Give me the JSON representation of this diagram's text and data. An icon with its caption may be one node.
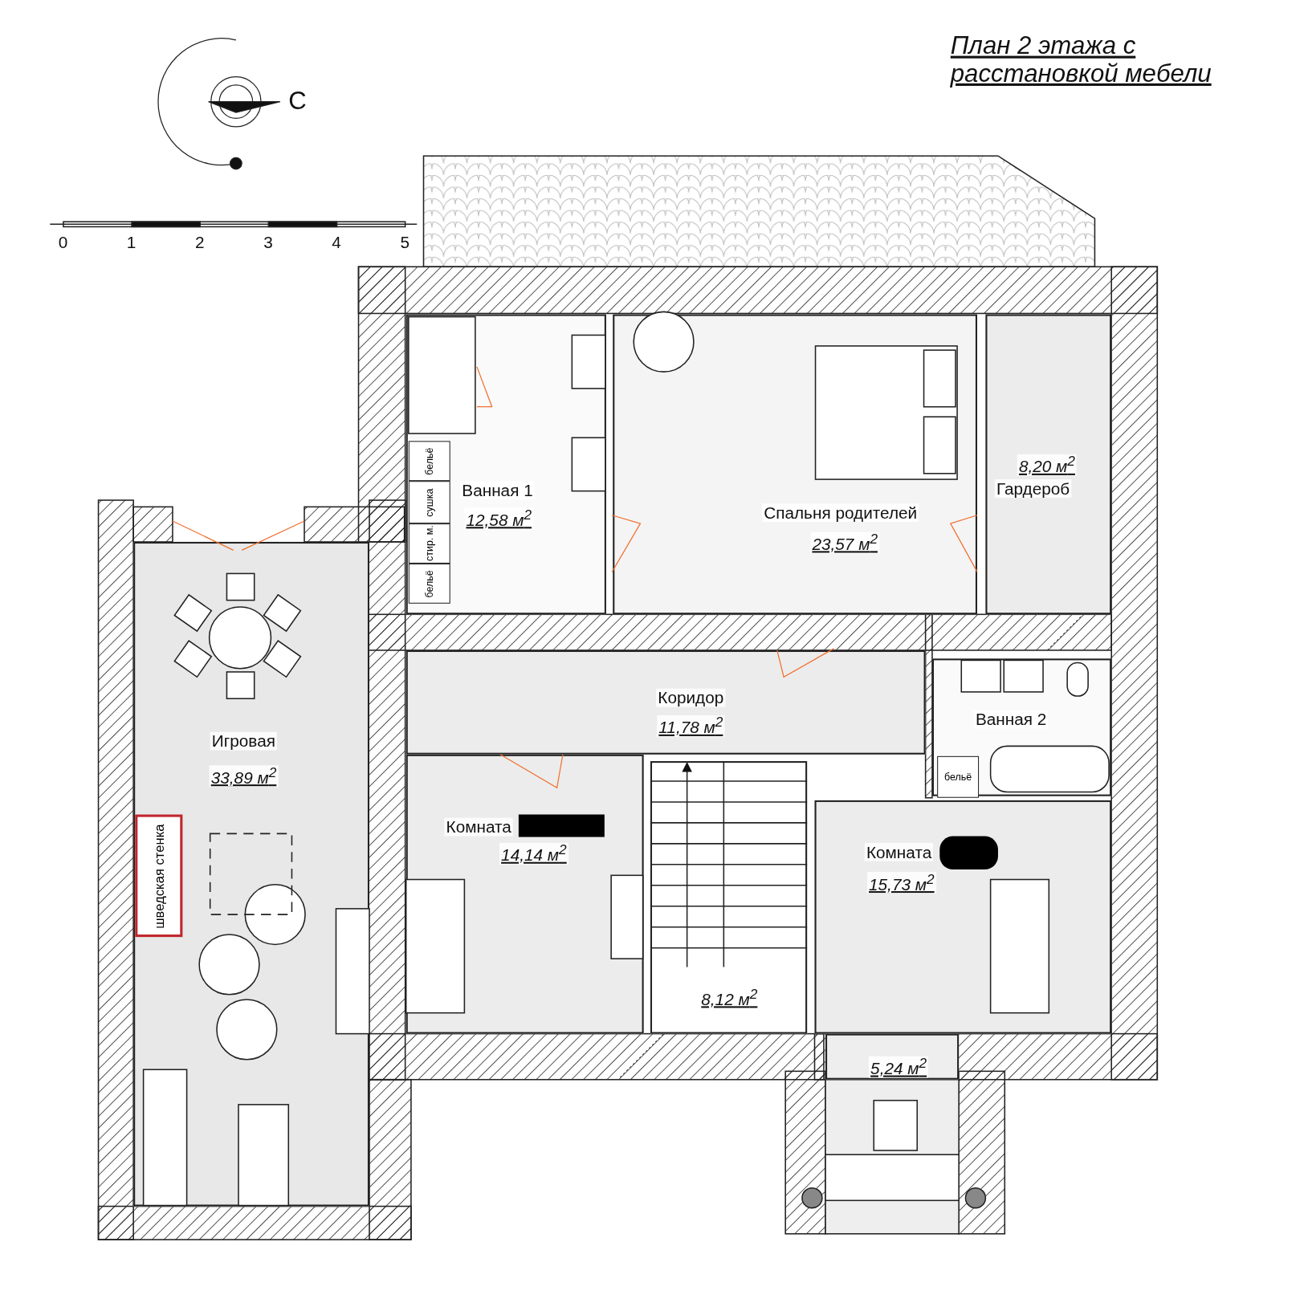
{
  "diagram": {
    "title": "План 2 этажа с расстановкой мебели",
    "nodes": [
      {
        "text": [
          "Ванная 1",
          "12,58 м$^{2}$"
        ]
      },
      {
        "text": [
          "бельё"
        ],
        "in": 0
      },
      {
        "text": [
          "сушка"
        ],
        "in": 0
      },
      {
        "text": [
          "стир. м."
        ],
        "in": 0
      },
      {
        "text": [
          "бельё"
        ],
        "in": 0
      },
      {
        "text": [
          "Спальня родителей",
          "23,57 м$^{2}$"
        ]
      },
      {
        "text": [
          "8,20 м$^{2}$",
          "Гардероб"
        ]
      },
      {
        "text": [
          "Игровая",
          "33,89 м$^{2}$"
        ]
      },
      {
        "text": [
          "шведская стенка"
        ],
        "in": 7
      },
      {
        "text": [
          "Коридор",
          "11,78 м$^{2}$"
        ]
      },
      {
        "text": [
          "Ванная 2"
        ]
      },
      {
        "text": [
          "бельё"
        ],
        "in": 10
      },
      {
        "text": [
          "Комната",
          "14,14 м$^{2}$"
        ]
      },
      {
        "text": [
          "Комната",
          "15,73 м$^{2}$"
        ]
      },
      {
        "text": [
          "8,12 м$^{2}$"
        ]
      },
      {
        "text": [
          "5,24 м$^{2}$"
        ]
      }
    ],
    "labels": [
      "С",
      "0",
      "1",
      "2",
      "3",
      "4",
      "5"
    ]
  }
}
